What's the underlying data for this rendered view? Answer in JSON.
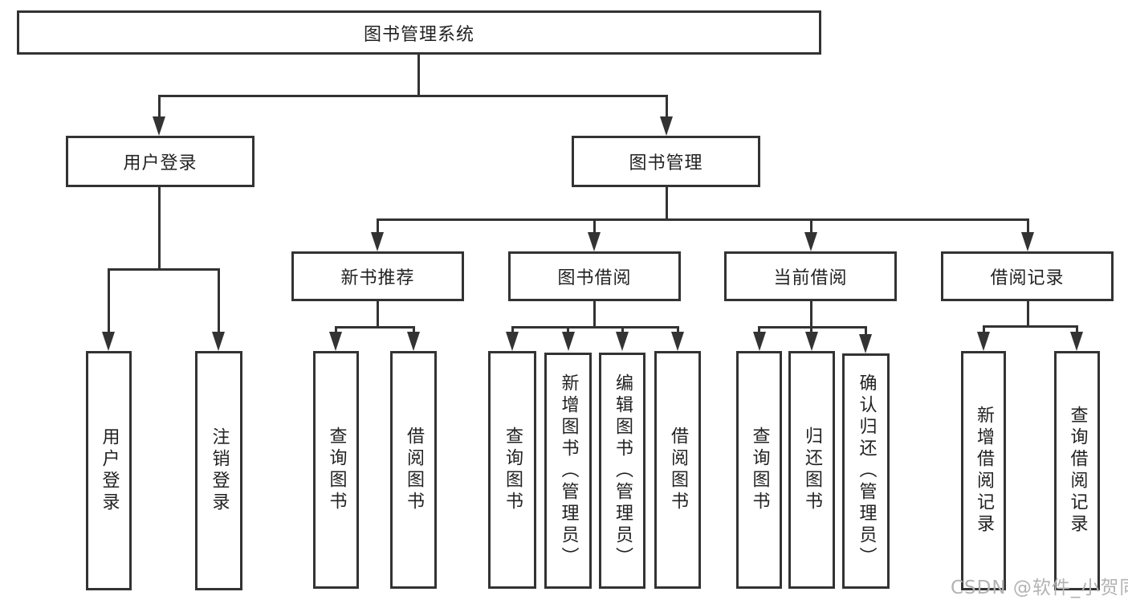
{
  "title": "图书管理系统",
  "nodes": {
    "root": {
      "label": "图书管理系统"
    },
    "user_login": {
      "label": "用户登录"
    },
    "book_management": {
      "label": "图书管理"
    },
    "new_book_recommend": {
      "label": "新书推荐"
    },
    "book_borrowing": {
      "label": "图书借阅"
    },
    "current_borrowing": {
      "label": "当前借阅"
    },
    "borrowing_records": {
      "label": "借阅记录"
    },
    "leaf_user_login": {
      "label": "用户登录"
    },
    "leaf_logout": {
      "label": "注销登录"
    },
    "recommend_query_books": {
      "label": "查询图书"
    },
    "recommend_borrow_books": {
      "label": "借阅图书"
    },
    "borrowing_query_books": {
      "label": "查询图书"
    },
    "borrowing_add_books": {
      "label": "新增图书（管理员）"
    },
    "borrowing_edit_books": {
      "label": "编辑图书（管理员）"
    },
    "borrowing_borrow_books": {
      "label": "借阅图书"
    },
    "current_query_books": {
      "label": "查询图书"
    },
    "current_return_books": {
      "label": "归还图书"
    },
    "current_confirm_return": {
      "label": "确认归还（管理员）"
    },
    "records_add_record": {
      "label": "新增借阅记录"
    },
    "records_query_record": {
      "label": "查询借阅记录"
    }
  },
  "hierarchy": {
    "图书管理系统": {
      "用户登录": [
        "用户登录",
        "注销登录"
      ],
      "图书管理": {
        "新书推荐": [
          "查询图书",
          "借阅图书"
        ],
        "图书借阅": [
          "查询图书",
          "新增图书（管理员）",
          "编辑图书（管理员）",
          "借阅图书"
        ],
        "当前借阅": [
          "查询图书",
          "归还图书",
          "确认归还（管理员）"
        ],
        "借阅记录": [
          "新增借阅记录",
          "查询借阅记录"
        ]
      }
    }
  },
  "watermark": "CSDN @软件_小贺同学",
  "colors": {
    "line": "#333333",
    "text": "#222222",
    "watermark_text": "#b3b3b3",
    "background": "#ffffff"
  }
}
